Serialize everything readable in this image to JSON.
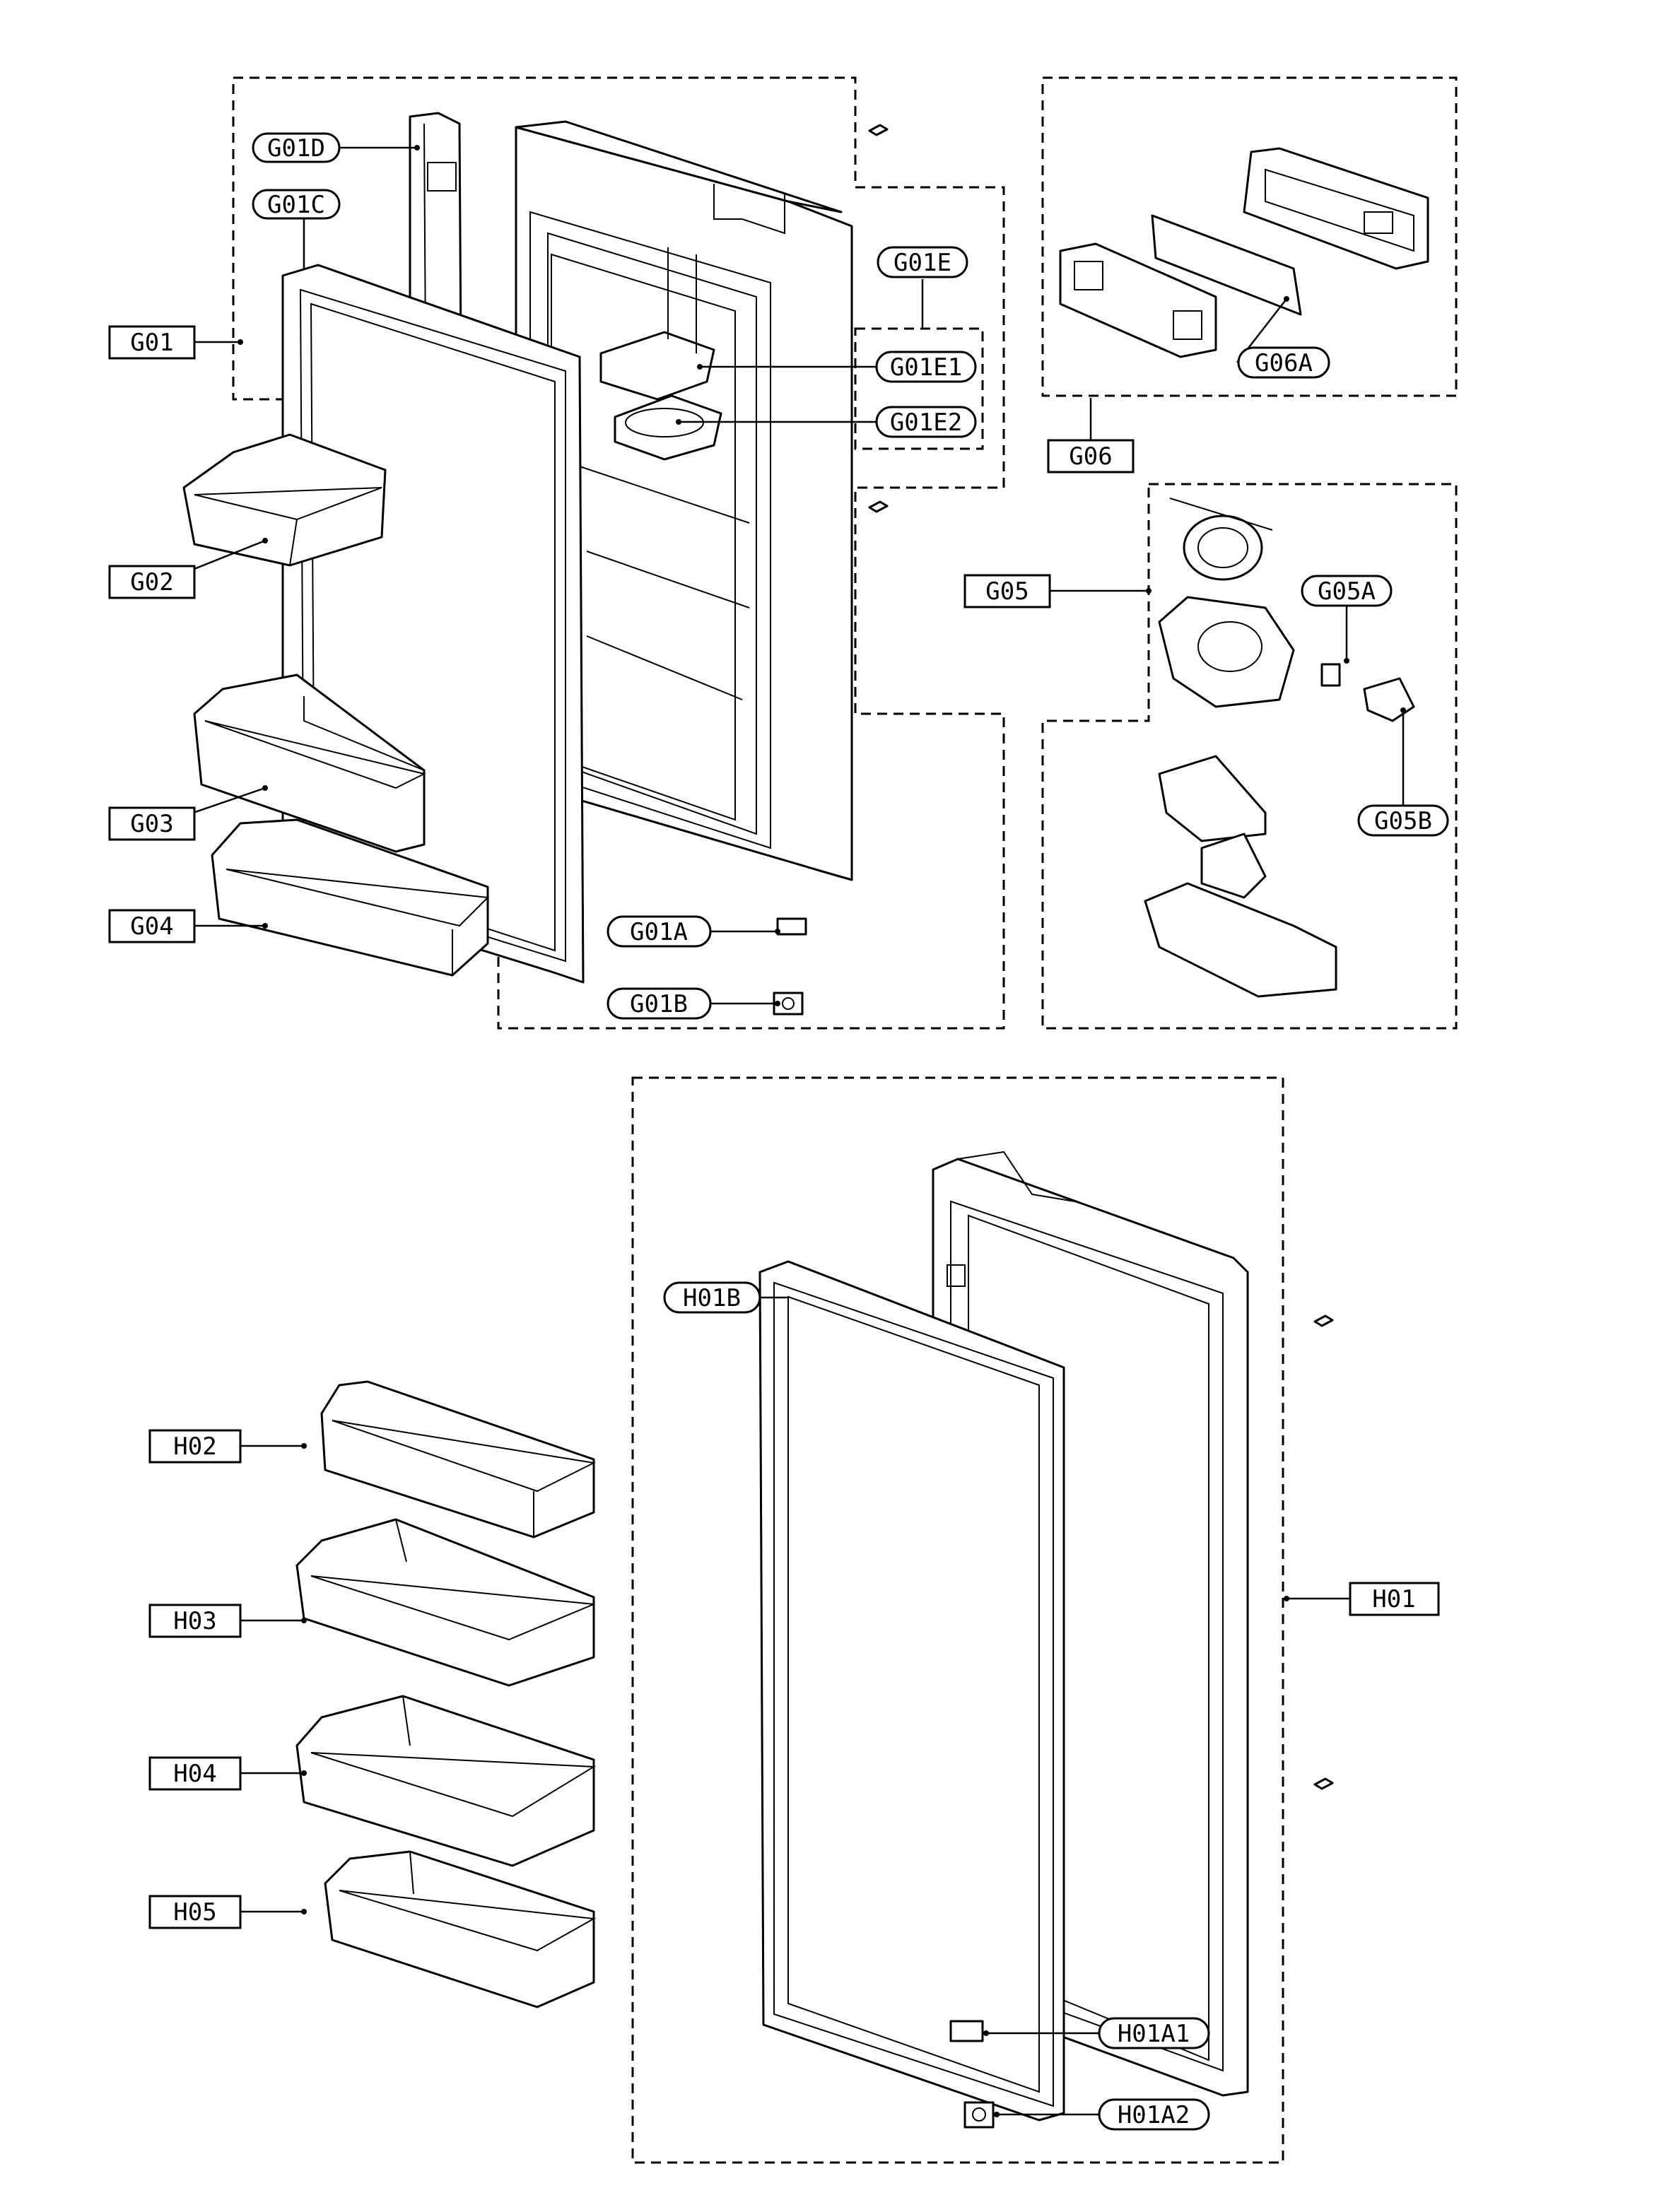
{
  "labels": {
    "G01": "G01",
    "G01A": "G01A",
    "G01B": "G01B",
    "G01C": "G01C",
    "G01D": "G01D",
    "G01E": "G01E",
    "G01E1": "G01E1",
    "G01E2": "G01E2",
    "G02": "G02",
    "G03": "G03",
    "G04": "G04",
    "G05": "G05",
    "G05A": "G05A",
    "G05B": "G05B",
    "G06": "G06",
    "G06A": "G06A",
    "H01": "H01",
    "H01A1": "H01A1",
    "H01A2": "H01A2",
    "H01B": "H01B",
    "H02": "H02",
    "H03": "H03",
    "H04": "H04",
    "H05": "H05"
  }
}
